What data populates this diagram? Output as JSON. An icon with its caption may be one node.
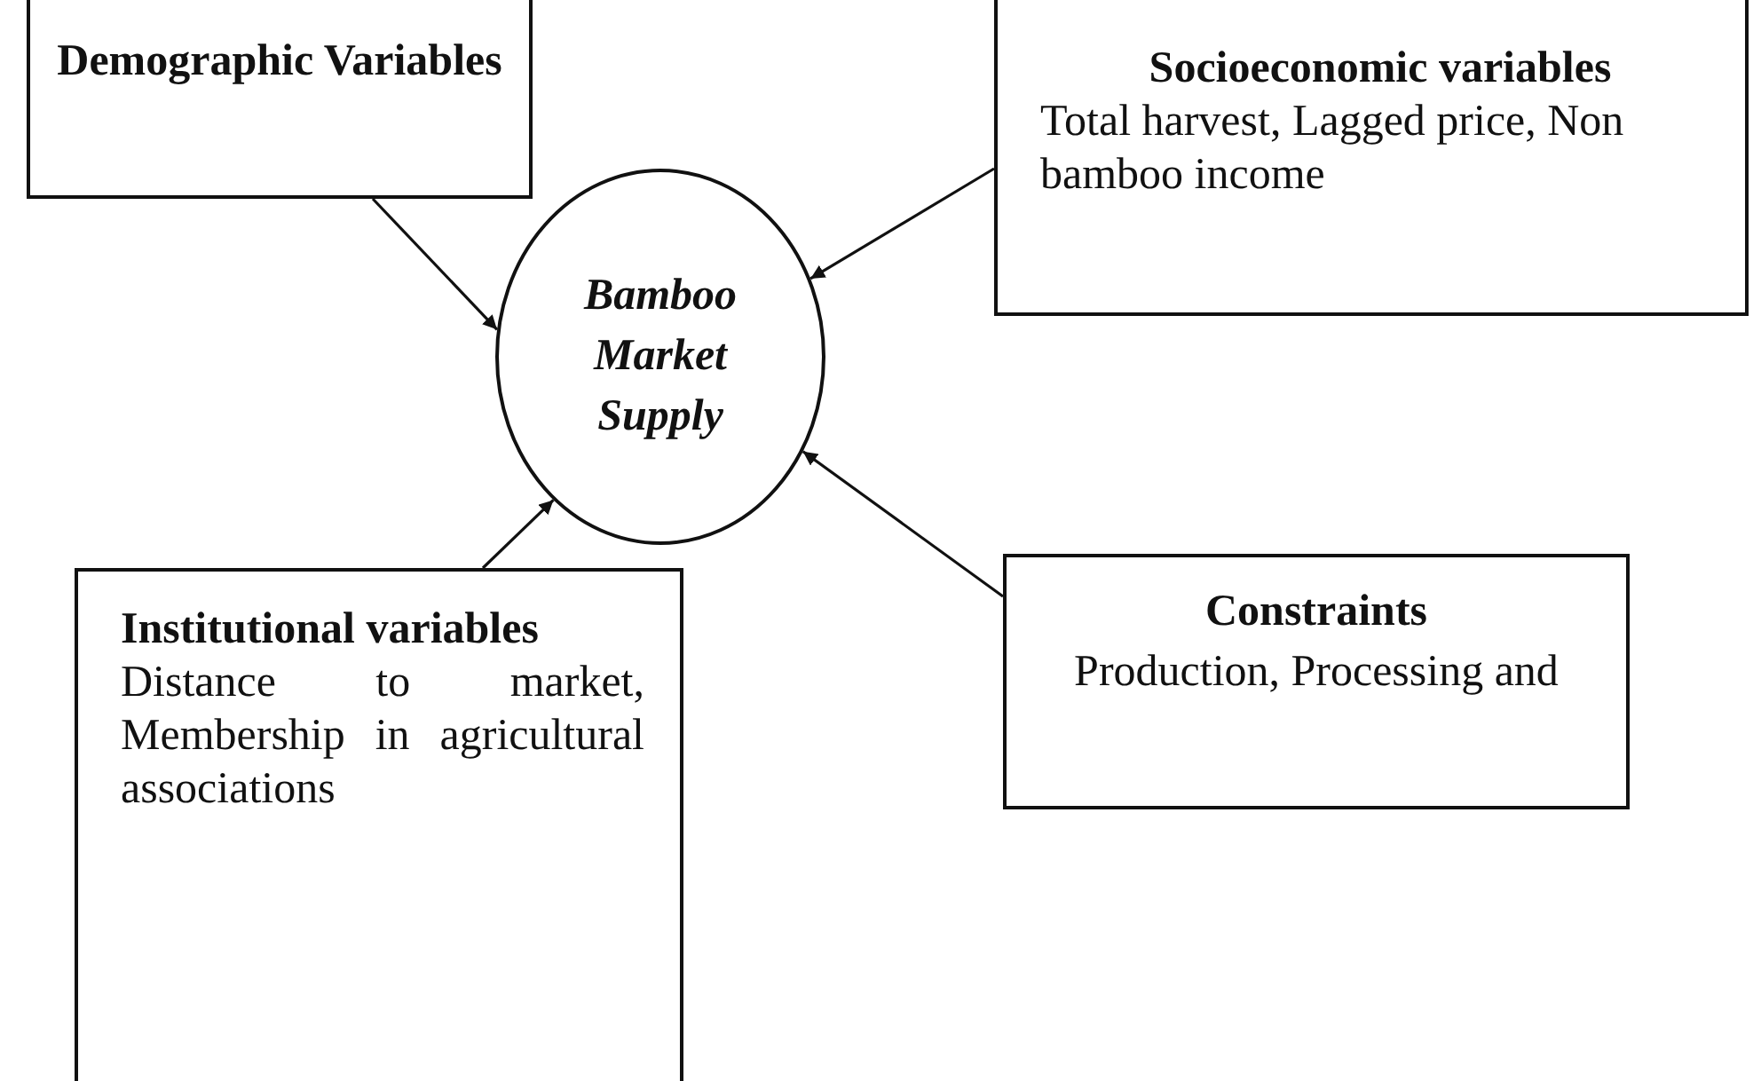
{
  "diagram": {
    "nodes": [
      {
        "text": [
          "Demographic Variables"
        ]
      },
      {
        "text": [
          "Socioeconomic variables",
          "Total harvest, Lagged price, Non bamboo income"
        ]
      },
      {
        "text": [
          "Bamboo Market Supply"
        ]
      },
      {
        "text": [
          "Institutional variables",
          "Distance to market, Membership in agricultural associations"
        ]
      },
      {
        "text": [
          "Constraints",
          "Production, Processing and"
        ]
      }
    ],
    "edges": [
      {
        "from": 0,
        "to": 2,
        "arrow": "to"
      },
      {
        "from": 1,
        "to": 2,
        "arrow": "to"
      },
      {
        "from": 3,
        "to": 2,
        "arrow": "to"
      },
      {
        "from": 4,
        "to": 2,
        "arrow": "to"
      }
    ]
  }
}
